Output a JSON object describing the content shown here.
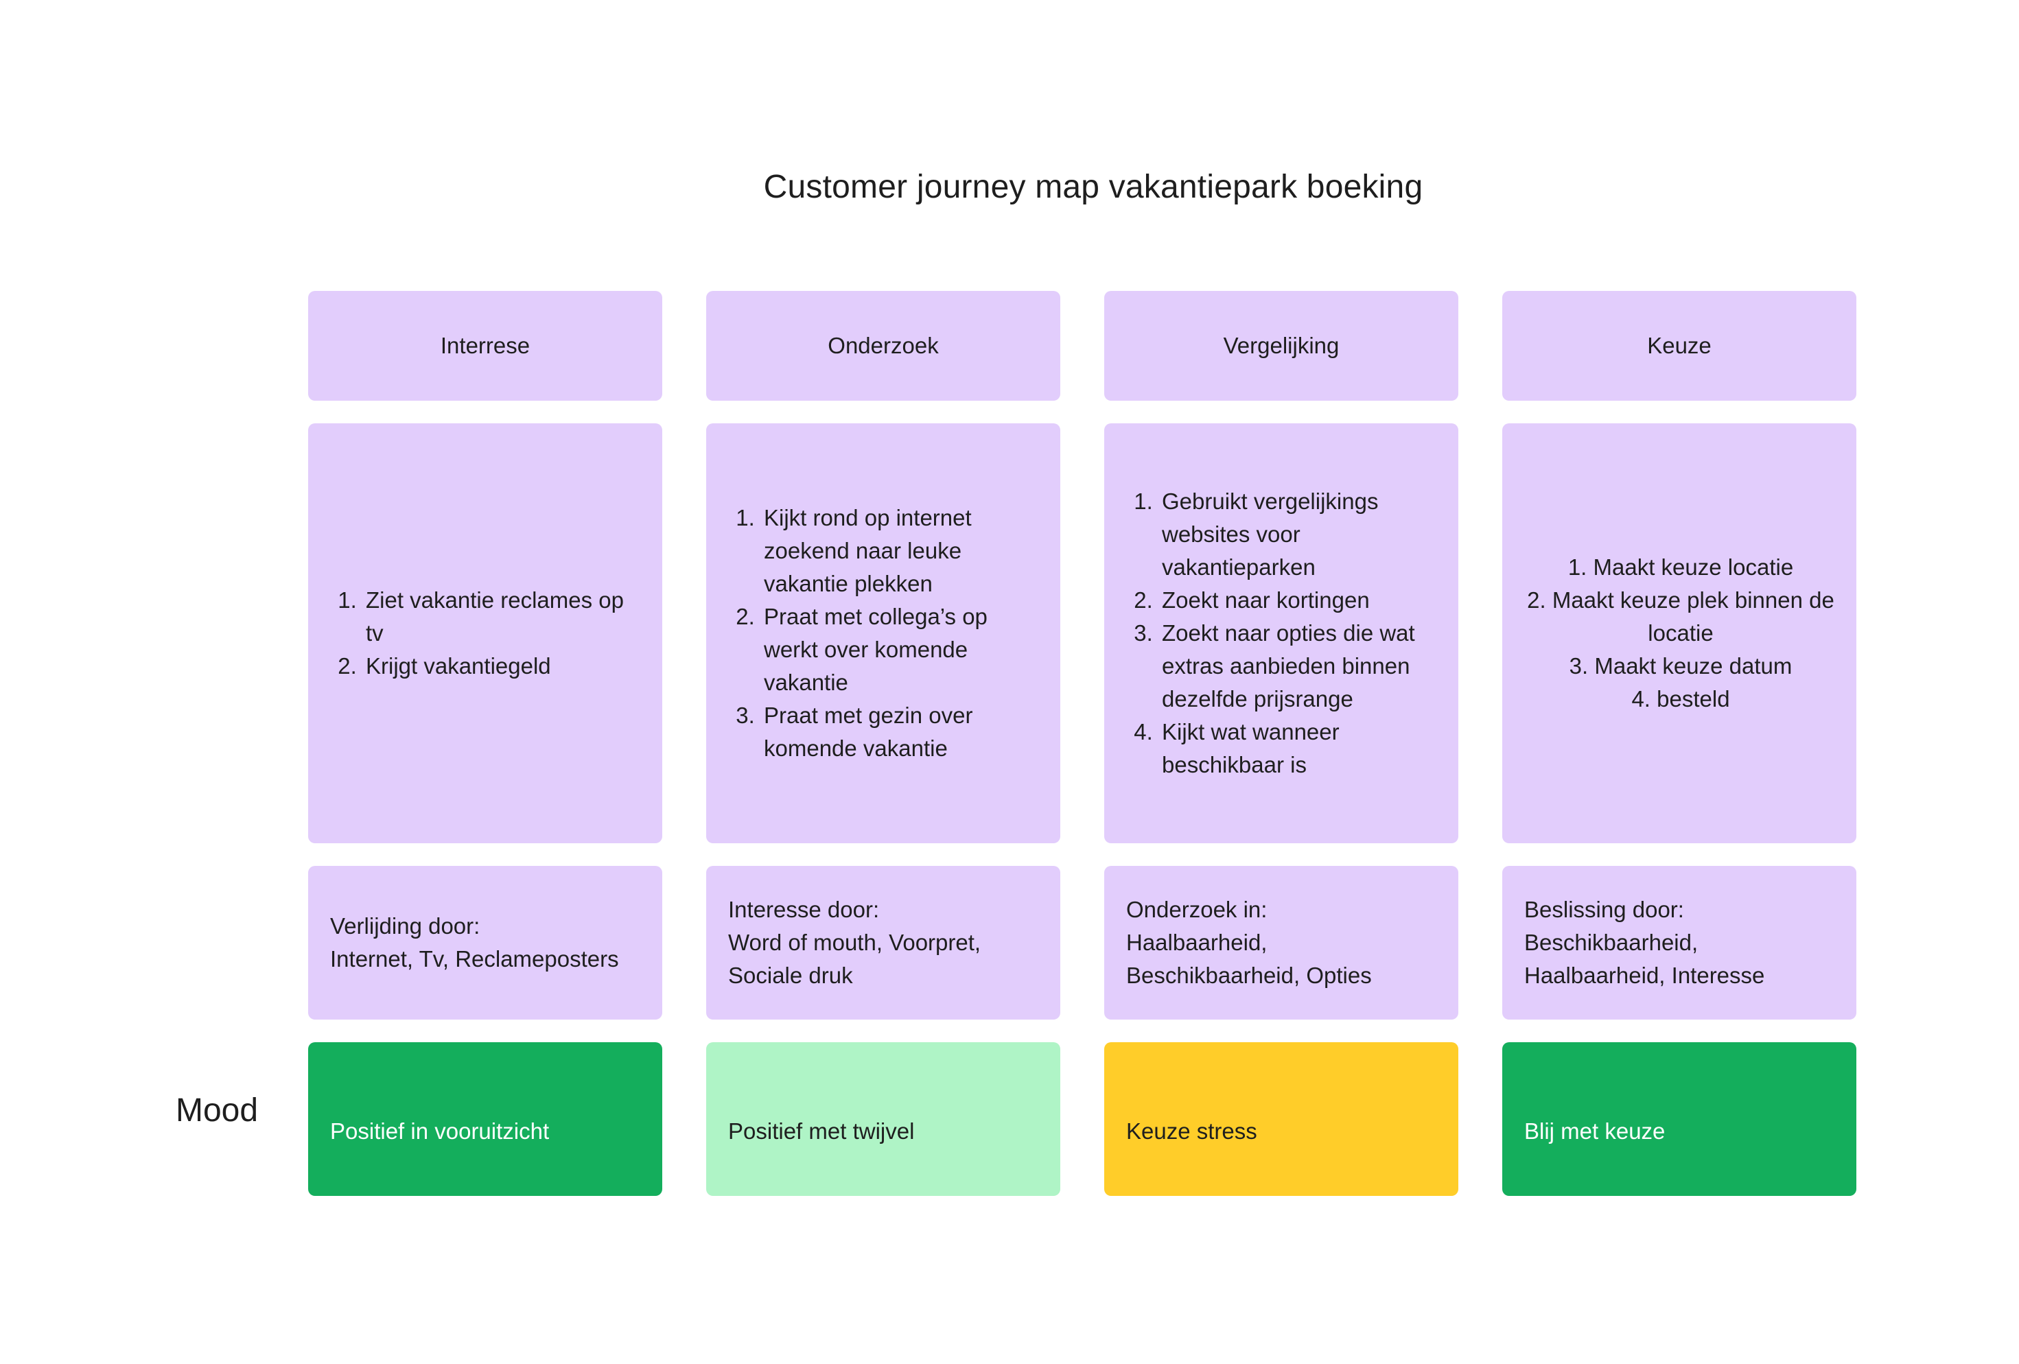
{
  "title": "Customer journey map vakantiepark boeking",
  "mood_label": "Mood",
  "colors": {
    "card_purple": "#e2cdfc",
    "mood_green_dark": "#14ae5c",
    "mood_green_light": "#aff4c6",
    "mood_yellow": "#ffcd29"
  },
  "columns": [
    {
      "header": "Interrese",
      "steps": [
        "Ziet vakantie reclames op tv",
        "Krijgt vakantiegeld"
      ],
      "info_title": "Verlijding door:",
      "info_text": "Internet, Tv, Reclameposters",
      "mood": "Positief in vooruitzicht",
      "mood_color": "#14ae5c",
      "mood_text_color": "#ffffff"
    },
    {
      "header": "Onderzoek",
      "steps": [
        "Kijkt rond op internet zoekend naar leuke vakantie plekken",
        "Praat met collega’s op werkt over komende vakantie",
        "Praat met gezin over komende vakantie"
      ],
      "info_title": "Interesse door:",
      "info_text": "Word of mouth, Voorpret, Sociale druk",
      "mood": "Positief met twijvel",
      "mood_color": "#aff4c6",
      "mood_text_color": "#1e1e1e"
    },
    {
      "header": "Vergelijking",
      "steps": [
        "Gebruikt vergelijkings websites voor vakantieparken",
        "Zoekt naar kortingen",
        "Zoekt naar opties die wat extras aanbieden binnen dezelfde prijsrange",
        "Kijkt wat wanneer beschikbaar is"
      ],
      "info_title": "Onderzoek in:",
      "info_text": "Haalbaarheid, Beschikbaarheid, Opties",
      "mood": "Keuze stress",
      "mood_color": "#ffcd29",
      "mood_text_color": "#1e1e1e"
    },
    {
      "header": "Keuze",
      "steps": [
        "Maakt keuze locatie",
        "Maakt keuze plek binnen de locatie",
        "Maakt keuze datum",
        "besteld"
      ],
      "info_title": "Beslissing door:",
      "info_text": "Beschikbaarheid, Haalbaarheid, Interesse",
      "mood": "Blij met keuze",
      "mood_color": "#14ae5c",
      "mood_text_color": "#ffffff"
    }
  ]
}
